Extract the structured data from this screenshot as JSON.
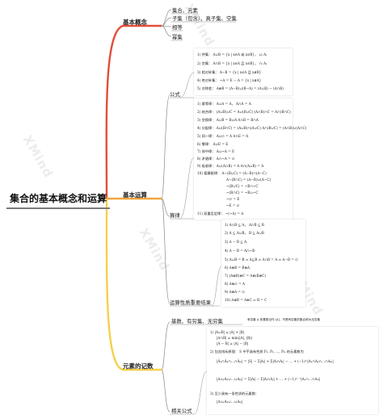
{
  "root": "集合的基本概念和运算",
  "watermark": "XMind",
  "colors": {
    "branch_concept": "#e24e3b",
    "branch_ops": "#f3a53c",
    "branch_count": "#f6d04a",
    "sub_line": "#8a8a8a"
  },
  "branches": {
    "concept": {
      "title": "基本概念",
      "items": [
        "集合、元素",
        "子集（包含）、真子集、空集",
        "相等",
        "幂集"
      ]
    },
    "ops": {
      "title": "基本运算",
      "formula_label": "公式",
      "law_label": "算律",
      "conclusion_label": "运算性质重要结果",
      "formula_lines": [
        "1) 并集： A∪B = {x | x∈A 或 x∈B}， ∪ᵢ Aᵢ",
        "2) 交集： A∩B = {x | x∈A 且 x∈B}， ∩ᵢ Aᵢ",
        "3) 相对补集： A−B = {x | x∈A 且 x∉B}",
        "4) 绝对补集： ~A = E − A = {x | x∉A}",
        "5) 对称差： A⊕B = (A−B)∪(B−A) = (A∪B) − (A∩B)"
      ],
      "law_lines": [
        "1) 幂等律： A∪A = A， A∩A = A",
        "2) 结合律： (A∪B)∪C = A∪(B∪C)  (A∩B)∩C = A∩(B∩C)",
        "3) 交换律： A∪B = B∪A   A∩B = B∩A",
        "4) 分配律： A∪(B∩C) = (A∪B)∩(A∪C)   A∩(B∪C) = (A∩B)∪(A∩C)",
        "5) 同一律： A∪∅ = A   A∩E = A",
        "6) 零律： A∪E = E",
        "7) 排中律： A∪~A = E",
        "8) 矛盾律： A∩~A = ∅",
        "9) 吸收律： A∪(A∩B) = A   A∩(A∪B) = A",
        "10) 德摩根律： A−(B∪C) = (A−B)∩(A−C)",
        "A−(B∩C) = (A−B)∪(A−C)",
        "~(B∪C) = ~B∩~C",
        "~(B∩C) = ~B∪~C",
        "~∅ = E",
        "~E = ∅",
        "11) 双重否定律： ~(~A) = A"
      ],
      "conclusion_lines": [
        "1) A∩B ⊆ A， A∩B ⊆ B",
        "2) A ⊆ A∪B， B ⊆ A∪B",
        "3) A − B ⊆ A",
        "4) A − B = A∩~B",
        "5) A∪B = B ⇔ A⊆B ⇔ A∩B = A ⇔ A−B = ∅",
        "6) A⊕B = B⊕A",
        "7) (A⊕B)⊕C = A⊕(B⊕C)",
        "8) A⊕∅ = A",
        "9) A⊕A = ∅",
        "10) A⊕B = A⊕C ⇒ B = C"
      ]
    },
    "count": {
      "title": "元素的记数",
      "basis_label": "基数、有穷集、无穷集",
      "basis_note": "有穷集 A 的基数记作 |A|，不是有穷集的集合称为无穷集",
      "formula_label": "相关公式",
      "formula_lines": [
        "1) |A∪B| ≤ |A| + |B|",
        "|A∩B| ≤ min(|A|, |B|)",
        "|A − B| ≥ |A| − |B|",
        "2) 包含排斥原理： S 中不具有性质 P₁, P₂, …, Pₘ 的元素数为",
        "|Ā₁∩Ā₂∩…∩Āₘ| = |S| − Σ|Aᵢ| + Σ|Aᵢ∩Aⱼ| − … + (−1)ᵐ|A₁∩A₂∩…∩Aₘ|",
        "|A₁∪A₂∪…∪Aₘ| = Σ|Aᵢ| − Σ|Aᵢ∩Aⱼ| + … + (−1)ᵐ⁻¹|A₁∩…∩Aₘ|",
        "3) 至少具有一条性质的元素数：",
        "|A₁∪A₂∪…∪Aₘ|"
      ]
    }
  }
}
